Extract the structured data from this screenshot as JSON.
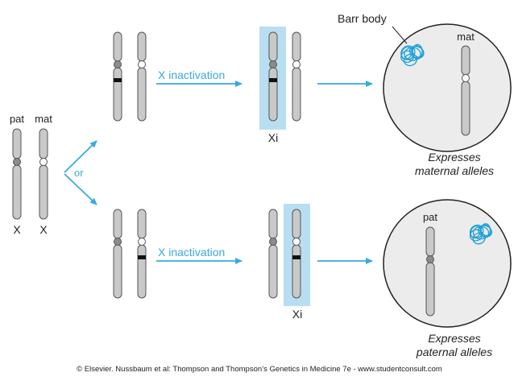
{
  "labels": {
    "pat_top": "pat",
    "mat_top": "mat",
    "x_left": "X",
    "x_right": "X",
    "or": "or",
    "x_inactivation_top": "X inactivation",
    "x_inactivation_bottom": "X inactivation",
    "xi_top": "Xi",
    "xi_bottom": "Xi",
    "barr_body": "Barr body",
    "cell_top_chromosome": "mat",
    "cell_bottom_chromosome": "pat",
    "top_expresses_line1": "Expresses",
    "top_expresses_line2": "maternal alleles",
    "bottom_expresses_line1": "Expresses",
    "bottom_expresses_line2": "paternal alleles",
    "copyright": "© Elsevier. Nussbaum et al: Thompson and Thompson’s Genetics in Medicine 7e - www.studentconsult.com"
  },
  "colors": {
    "arrow": "#3aa9dc",
    "highlight": "#b8def2",
    "chromosome_fill": "#c9c9c9",
    "chromosome_stroke": "#555555",
    "paternal_centromere": "#8c8c8c",
    "maternal_centromere": "#ffffff",
    "band": "#111111",
    "cell_fill": "#ececec",
    "barr_body": "#1e9fd8"
  }
}
